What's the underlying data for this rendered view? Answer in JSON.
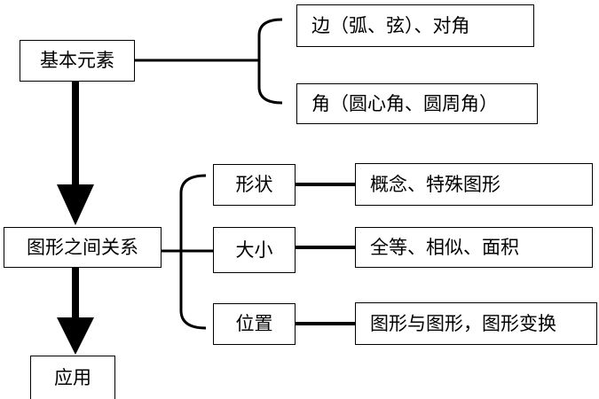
{
  "diagram": {
    "basic_elements": "基本元素",
    "side_arc_chord": "边（弧、弦）、对角",
    "angles": "角（圆心角、圆周角）",
    "relations": "图形之间关系",
    "shape": "形状",
    "size": "大小",
    "position": "位置",
    "concept": "概念、特殊图形",
    "congruence": "全等、相似、面积",
    "transform": "图形与图形，图形变换",
    "application": "应用"
  }
}
